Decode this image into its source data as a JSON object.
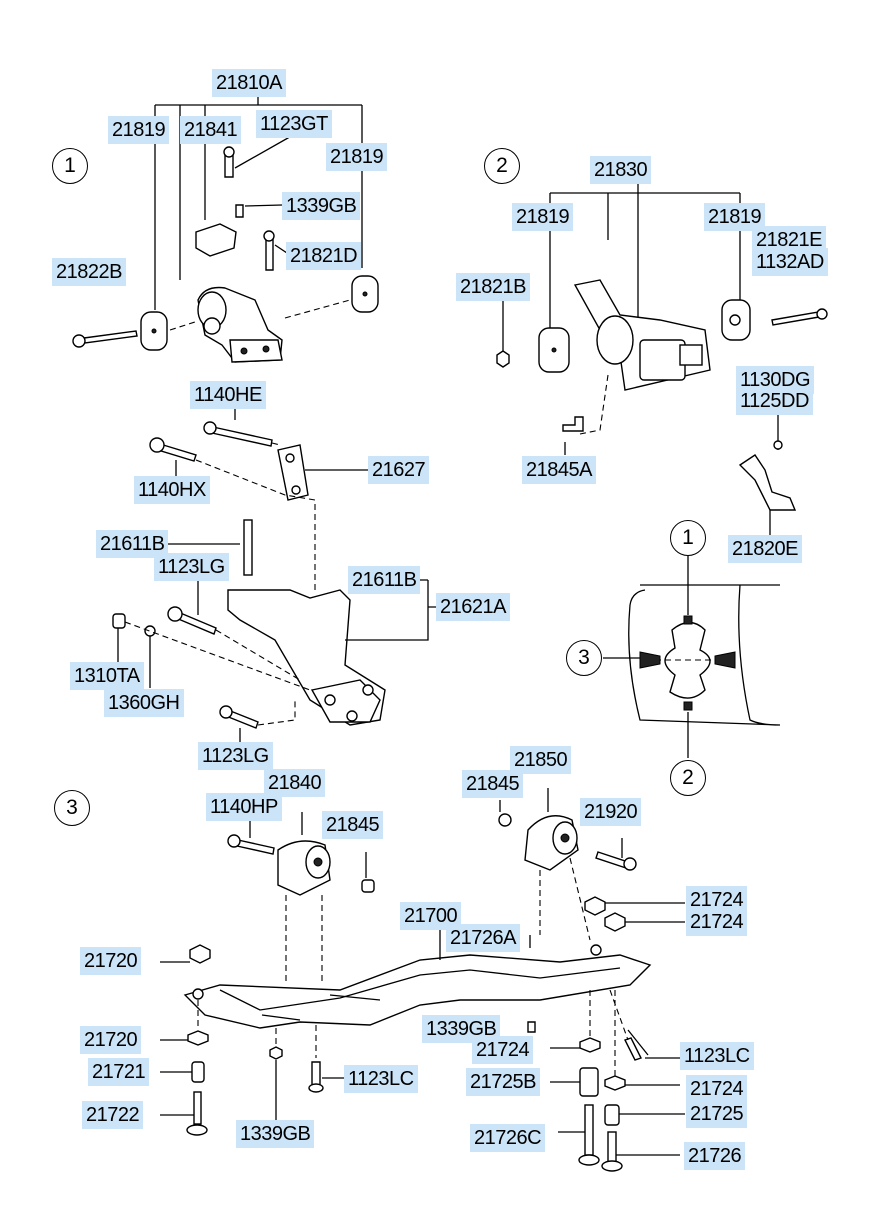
{
  "colors": {
    "label_bg": "#cce4f7",
    "line": "#000000",
    "background": "#ffffff"
  },
  "sections": [
    "1",
    "2",
    "3",
    "1",
    "3",
    "2"
  ],
  "labels": {
    "l_21810A": "21810A",
    "l_21819a": "21819",
    "l_21841": "21841",
    "l_1123GT": "1123GT",
    "l_21819b": "21819",
    "l_1339GBa": "1339GB",
    "l_21821D": "21821D",
    "l_21822B": "21822B",
    "l_21830": "21830",
    "l_21819c": "21819",
    "l_21819d": "21819",
    "l_21821E": "21821E",
    "l_1132AD": "1132AD",
    "l_21821B": "21821B",
    "l_1130DG": "1130DG",
    "l_1125DD": "1125DD",
    "l_21845A": "21845A",
    "l_21820E": "21820E",
    "l_1140HE": "1140HE",
    "l_1140HX": "1140HX",
    "l_21627": "21627",
    "l_21611Ba": "21611B",
    "l_1123LGa": "1123LG",
    "l_21611Bb": "21611B",
    "l_21621A": "21621A",
    "l_1310TA": "1310TA",
    "l_1360GH": "1360GH",
    "l_1123LGb": "1123LG",
    "l_21840": "21840",
    "l_1140HP": "1140HP",
    "l_21845a": "21845",
    "l_21845b": "21845",
    "l_21850": "21850",
    "l_21920": "21920",
    "l_21724a": "21724",
    "l_21724b": "21724",
    "l_21700": "21700",
    "l_21726A": "21726A",
    "l_21720a": "21720",
    "l_21720b": "21720",
    "l_21721": "21721",
    "l_21722": "21722",
    "l_1339GBb": "1339GB",
    "l_1123LCa": "1123LC",
    "l_1339GBc": "1339GB",
    "l_21724c": "21724",
    "l_1123LCb": "1123LC",
    "l_21725B": "21725B",
    "l_21724d": "21724",
    "l_21725": "21725",
    "l_21726C": "21726C",
    "l_21726": "21726"
  }
}
